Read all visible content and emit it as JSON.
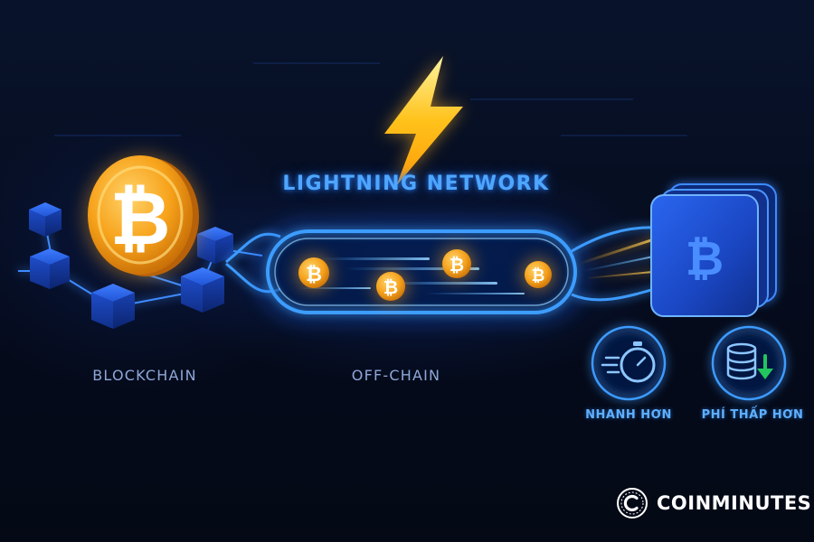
{
  "title": "LIGHTNING NETWORK",
  "labels": {
    "blockchain": "BLOCKCHAIN",
    "offchain": "OFF-CHAIN"
  },
  "features": [
    {
      "label": "NHANH HƠN",
      "icon": "stopwatch-icon"
    },
    {
      "label": "PHÍ THẤP HƠN",
      "icon": "database-down-icon"
    }
  ],
  "brand": {
    "name": "COINMINUTES",
    "logo": "coinminutes-logo"
  },
  "icons": {
    "bolt": "lightning-bolt-icon",
    "coin": "bitcoin-coin-icon",
    "wallet": "bitcoin-wallet-icon"
  },
  "colors": {
    "background": "#050b1a",
    "glow_blue": "#2f8dff",
    "coin_gold": "#f7a21a",
    "bolt_yellow": "#ffc21a",
    "label_gray": "#8fa7d8",
    "fee_arrow_green": "#22c55e"
  }
}
